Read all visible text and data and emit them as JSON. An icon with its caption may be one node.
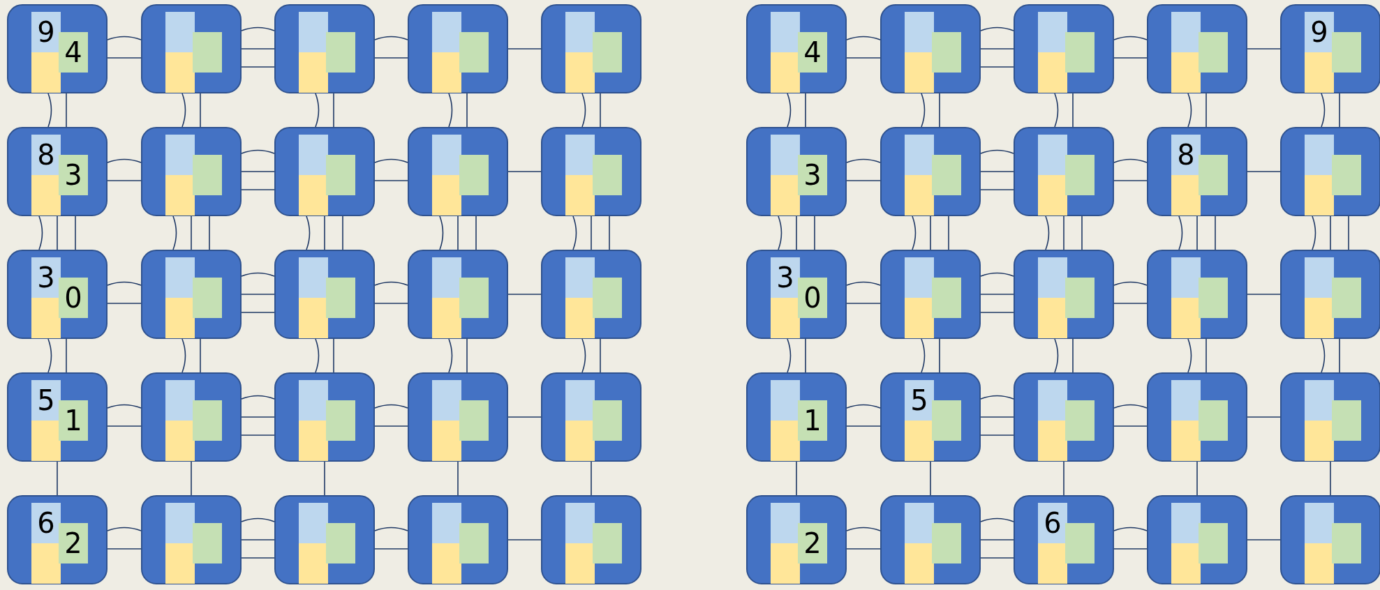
{
  "diagram": {
    "nodes": [
      {
        "text": [
          "9",
          "4"
        ]
      },
      {
        "text": [],
        "shape": "box"
      },
      {
        "text": [],
        "shape": "box"
      },
      {
        "text": [],
        "shape": "box"
      },
      {
        "text": [],
        "shape": "box"
      },
      {
        "text": [
          "4"
        ]
      },
      {
        "text": [],
        "shape": "box"
      },
      {
        "text": [],
        "shape": "box"
      },
      {
        "text": [],
        "shape": "box"
      },
      {
        "text": [
          "9"
        ]
      },
      {
        "text": [
          "8",
          "3"
        ]
      },
      {
        "text": [],
        "shape": "box"
      },
      {
        "text": [],
        "shape": "box"
      },
      {
        "text": [],
        "shape": "box"
      },
      {
        "text": [],
        "shape": "box"
      },
      {
        "text": [
          "3"
        ]
      },
      {
        "text": [],
        "shape": "box"
      },
      {
        "text": [],
        "shape": "box"
      },
      {
        "text": [
          "8"
        ]
      },
      {
        "text": [],
        "shape": "box"
      },
      {
        "text": [
          "3",
          "0"
        ]
      },
      {
        "text": [],
        "shape": "box"
      },
      {
        "text": [],
        "shape": "box"
      },
      {
        "text": [],
        "shape": "box"
      },
      {
        "text": [],
        "shape": "box"
      },
      {
        "text": [
          "3",
          "0"
        ]
      },
      {
        "text": [],
        "shape": "box"
      },
      {
        "text": [],
        "shape": "box"
      },
      {
        "text": [],
        "shape": "box"
      },
      {
        "text": [],
        "shape": "box"
      },
      {
        "text": [
          "5",
          "1"
        ]
      },
      {
        "text": [],
        "shape": "box"
      },
      {
        "text": [],
        "shape": "box"
      },
      {
        "text": [],
        "shape": "box"
      },
      {
        "text": [],
        "shape": "box"
      },
      {
        "text": [
          "1"
        ]
      },
      {
        "text": [
          "5"
        ]
      },
      {
        "text": [],
        "shape": "box"
      },
      {
        "text": [],
        "shape": "box"
      },
      {
        "text": [],
        "shape": "box"
      },
      {
        "text": [
          "6",
          "2"
        ]
      },
      {
        "text": [],
        "shape": "box"
      },
      {
        "text": [],
        "shape": "box"
      },
      {
        "text": [],
        "shape": "box"
      },
      {
        "text": [],
        "shape": "box"
      },
      {
        "text": [
          "2"
        ]
      },
      {
        "text": [],
        "shape": "box"
      },
      {
        "text": [
          "6"
        ]
      },
      {
        "text": [],
        "shape": "box"
      },
      {
        "text": [],
        "shape": "box"
      }
    ],
    "edges": [
      {
        "from": 0,
        "to": 1,
        "arrow": "none"
      },
      {
        "from": 0,
        "to": 1,
        "arrow": "none"
      },
      {
        "from": 1,
        "to": 2,
        "arrow": "none"
      },
      {
        "from": 1,
        "to": 2,
        "arrow": "none"
      },
      {
        "from": 1,
        "to": 2,
        "arrow": "none"
      },
      {
        "from": 2,
        "to": 3,
        "arrow": "none"
      },
      {
        "from": 2,
        "to": 3,
        "arrow": "none"
      },
      {
        "from": 3,
        "to": 4,
        "arrow": "none"
      },
      {
        "from": 10,
        "to": 11,
        "arrow": "none"
      },
      {
        "from": 10,
        "to": 11,
        "arrow": "none"
      },
      {
        "from": 11,
        "to": 12,
        "arrow": "none"
      },
      {
        "from": 11,
        "to": 12,
        "arrow": "none"
      },
      {
        "from": 11,
        "to": 12,
        "arrow": "none"
      },
      {
        "from": 12,
        "to": 13,
        "arrow": "none"
      },
      {
        "from": 12,
        "to": 13,
        "arrow": "none"
      },
      {
        "from": 13,
        "to": 14,
        "arrow": "none"
      },
      {
        "from": 20,
        "to": 21,
        "arrow": "none"
      },
      {
        "from": 20,
        "to": 21,
        "arrow": "none"
      },
      {
        "from": 21,
        "to": 22,
        "arrow": "none"
      },
      {
        "from": 21,
        "to": 22,
        "arrow": "none"
      },
      {
        "from": 21,
        "to": 22,
        "arrow": "none"
      },
      {
        "from": 22,
        "to": 23,
        "arrow": "none"
      },
      {
        "from": 22,
        "to": 23,
        "arrow": "none"
      },
      {
        "from": 23,
        "to": 24,
        "arrow": "none"
      },
      {
        "from": 30,
        "to": 31,
        "arrow": "none"
      },
      {
        "from": 30,
        "to": 31,
        "arrow": "none"
      },
      {
        "from": 31,
        "to": 32,
        "arrow": "none"
      },
      {
        "from": 31,
        "to": 32,
        "arrow": "none"
      },
      {
        "from": 31,
        "to": 32,
        "arrow": "none"
      },
      {
        "from": 32,
        "to": 33,
        "arrow": "none"
      },
      {
        "from": 32,
        "to": 33,
        "arrow": "none"
      },
      {
        "from": 33,
        "to": 34,
        "arrow": "none"
      },
      {
        "from": 40,
        "to": 41,
        "arrow": "none"
      },
      {
        "from": 40,
        "to": 41,
        "arrow": "none"
      },
      {
        "from": 41,
        "to": 42,
        "arrow": "none"
      },
      {
        "from": 41,
        "to": 42,
        "arrow": "none"
      },
      {
        "from": 41,
        "to": 42,
        "arrow": "none"
      },
      {
        "from": 42,
        "to": 43,
        "arrow": "none"
      },
      {
        "from": 42,
        "to": 43,
        "arrow": "none"
      },
      {
        "from": 43,
        "to": 44,
        "arrow": "none"
      },
      {
        "from": 5,
        "to": 6,
        "arrow": "none"
      },
      {
        "from": 5,
        "to": 6,
        "arrow": "none"
      },
      {
        "from": 6,
        "to": 7,
        "arrow": "none"
      },
      {
        "from": 6,
        "to": 7,
        "arrow": "none"
      },
      {
        "from": 6,
        "to": 7,
        "arrow": "none"
      },
      {
        "from": 7,
        "to": 8,
        "arrow": "none"
      },
      {
        "from": 7,
        "to": 8,
        "arrow": "none"
      },
      {
        "from": 8,
        "to": 9,
        "arrow": "none"
      },
      {
        "from": 15,
        "to": 16,
        "arrow": "none"
      },
      {
        "from": 15,
        "to": 16,
        "arrow": "none"
      },
      {
        "from": 16,
        "to": 17,
        "arrow": "none"
      },
      {
        "from": 16,
        "to": 17,
        "arrow": "none"
      },
      {
        "from": 16,
        "to": 17,
        "arrow": "none"
      },
      {
        "from": 17,
        "to": 18,
        "arrow": "none"
      },
      {
        "from": 17,
        "to": 18,
        "arrow": "none"
      },
      {
        "from": 18,
        "to": 19,
        "arrow": "none"
      },
      {
        "from": 25,
        "to": 26,
        "arrow": "none"
      },
      {
        "from": 25,
        "to": 26,
        "arrow": "none"
      },
      {
        "from": 26,
        "to": 27,
        "arrow": "none"
      },
      {
        "from": 26,
        "to": 27,
        "arrow": "none"
      },
      {
        "from": 26,
        "to": 27,
        "arrow": "none"
      },
      {
        "from": 27,
        "to": 28,
        "arrow": "none"
      },
      {
        "from": 27,
        "to": 28,
        "arrow": "none"
      },
      {
        "from": 28,
        "to": 29,
        "arrow": "none"
      },
      {
        "from": 35,
        "to": 36,
        "arrow": "none"
      },
      {
        "from": 35,
        "to": 36,
        "arrow": "none"
      },
      {
        "from": 36,
        "to": 37,
        "arrow": "none"
      },
      {
        "from": 36,
        "to": 37,
        "arrow": "none"
      },
      {
        "from": 36,
        "to": 37,
        "arrow": "none"
      },
      {
        "from": 37,
        "to": 38,
        "arrow": "none"
      },
      {
        "from": 37,
        "to": 38,
        "arrow": "none"
      },
      {
        "from": 38,
        "to": 39,
        "arrow": "none"
      },
      {
        "from": 45,
        "to": 46,
        "arrow": "none"
      },
      {
        "from": 45,
        "to": 46,
        "arrow": "none"
      },
      {
        "from": 46,
        "to": 47,
        "arrow": "none"
      },
      {
        "from": 46,
        "to": 47,
        "arrow": "none"
      },
      {
        "from": 46,
        "to": 47,
        "arrow": "none"
      },
      {
        "from": 47,
        "to": 48,
        "arrow": "none"
      },
      {
        "from": 47,
        "to": 48,
        "arrow": "none"
      },
      {
        "from": 48,
        "to": 49,
        "arrow": "none"
      },
      {
        "from": 0,
        "to": 10,
        "arrow": "none"
      },
      {
        "from": 0,
        "to": 10,
        "arrow": "none"
      },
      {
        "from": 10,
        "to": 20,
        "arrow": "none"
      },
      {
        "from": 10,
        "to": 20,
        "arrow": "none"
      },
      {
        "from": 10,
        "to": 20,
        "arrow": "none"
      },
      {
        "from": 20,
        "to": 30,
        "arrow": "none"
      },
      {
        "from": 20,
        "to": 30,
        "arrow": "none"
      },
      {
        "from": 30,
        "to": 40,
        "arrow": "none"
      },
      {
        "from": 1,
        "to": 11,
        "arrow": "none"
      },
      {
        "from": 1,
        "to": 11,
        "arrow": "none"
      },
      {
        "from": 11,
        "to": 21,
        "arrow": "none"
      },
      {
        "from": 11,
        "to": 21,
        "arrow": "none"
      },
      {
        "from": 11,
        "to": 21,
        "arrow": "none"
      },
      {
        "from": 21,
        "to": 31,
        "arrow": "none"
      },
      {
        "from": 21,
        "to": 31,
        "arrow": "none"
      },
      {
        "from": 31,
        "to": 41,
        "arrow": "none"
      },
      {
        "from": 2,
        "to": 12,
        "arrow": "none"
      },
      {
        "from": 2,
        "to": 12,
        "arrow": "none"
      },
      {
        "from": 12,
        "to": 22,
        "arrow": "none"
      },
      {
        "from": 12,
        "to": 22,
        "arrow": "none"
      },
      {
        "from": 12,
        "to": 22,
        "arrow": "none"
      },
      {
        "from": 22,
        "to": 32,
        "arrow": "none"
      },
      {
        "from": 22,
        "to": 32,
        "arrow": "none"
      },
      {
        "from": 32,
        "to": 42,
        "arrow": "none"
      },
      {
        "from": 3,
        "to": 13,
        "arrow": "none"
      },
      {
        "from": 3,
        "to": 13,
        "arrow": "none"
      },
      {
        "from": 13,
        "to": 23,
        "arrow": "none"
      },
      {
        "from": 13,
        "to": 23,
        "arrow": "none"
      },
      {
        "from": 13,
        "to": 23,
        "arrow": "none"
      },
      {
        "from": 23,
        "to": 33,
        "arrow": "none"
      },
      {
        "from": 23,
        "to": 33,
        "arrow": "none"
      },
      {
        "from": 33,
        "to": 43,
        "arrow": "none"
      },
      {
        "from": 4,
        "to": 14,
        "arrow": "none"
      },
      {
        "from": 4,
        "to": 14,
        "arrow": "none"
      },
      {
        "from": 14,
        "to": 24,
        "arrow": "none"
      },
      {
        "from": 14,
        "to": 24,
        "arrow": "none"
      },
      {
        "from": 14,
        "to": 24,
        "arrow": "none"
      },
      {
        "from": 24,
        "to": 34,
        "arrow": "none"
      },
      {
        "from": 24,
        "to": 34,
        "arrow": "none"
      },
      {
        "from": 34,
        "to": 44,
        "arrow": "none"
      },
      {
        "from": 5,
        "to": 15,
        "arrow": "none"
      },
      {
        "from": 5,
        "to": 15,
        "arrow": "none"
      },
      {
        "from": 15,
        "to": 25,
        "arrow": "none"
      },
      {
        "from": 15,
        "to": 25,
        "arrow": "none"
      },
      {
        "from": 15,
        "to": 25,
        "arrow": "none"
      },
      {
        "from": 25,
        "to": 35,
        "arrow": "none"
      },
      {
        "from": 25,
        "to": 35,
        "arrow": "none"
      },
      {
        "from": 35,
        "to": 45,
        "arrow": "none"
      },
      {
        "from": 6,
        "to": 16,
        "arrow": "none"
      },
      {
        "from": 6,
        "to": 16,
        "arrow": "none"
      },
      {
        "from": 16,
        "to": 26,
        "arrow": "none"
      },
      {
        "from": 16,
        "to": 26,
        "arrow": "none"
      },
      {
        "from": 16,
        "to": 26,
        "arrow": "none"
      },
      {
        "from": 26,
        "to": 36,
        "arrow": "none"
      },
      {
        "from": 26,
        "to": 36,
        "arrow": "none"
      },
      {
        "from": 36,
        "to": 46,
        "arrow": "none"
      },
      {
        "from": 7,
        "to": 17,
        "arrow": "none"
      },
      {
        "from": 7,
        "to": 17,
        "arrow": "none"
      },
      {
        "from": 17,
        "to": 27,
        "arrow": "none"
      },
      {
        "from": 17,
        "to": 27,
        "arrow": "none"
      },
      {
        "from": 17,
        "to": 27,
        "arrow": "none"
      },
      {
        "from": 27,
        "to": 37,
        "arrow": "none"
      },
      {
        "from": 27,
        "to": 37,
        "arrow": "none"
      },
      {
        "from": 37,
        "to": 47,
        "arrow": "none"
      },
      {
        "from": 8,
        "to": 18,
        "arrow": "none"
      },
      {
        "from": 8,
        "to": 18,
        "arrow": "none"
      },
      {
        "from": 18,
        "to": 28,
        "arrow": "none"
      },
      {
        "from": 18,
        "to": 28,
        "arrow": "none"
      },
      {
        "from": 18,
        "to": 28,
        "arrow": "none"
      },
      {
        "from": 28,
        "to": 38,
        "arrow": "none"
      },
      {
        "from": 28,
        "to": 38,
        "arrow": "none"
      },
      {
        "from": 38,
        "to": 48,
        "arrow": "none"
      },
      {
        "from": 9,
        "to": 19,
        "arrow": "none"
      },
      {
        "from": 9,
        "to": 19,
        "arrow": "none"
      },
      {
        "from": 19,
        "to": 29,
        "arrow": "none"
      },
      {
        "from": 19,
        "to": 29,
        "arrow": "none"
      },
      {
        "from": 19,
        "to": 29,
        "arrow": "none"
      },
      {
        "from": 29,
        "to": 39,
        "arrow": "none"
      },
      {
        "from": 29,
        "to": 39,
        "arrow": "none"
      },
      {
        "from": 39,
        "to": 49,
        "arrow": "none"
      }
    ]
  }
}
